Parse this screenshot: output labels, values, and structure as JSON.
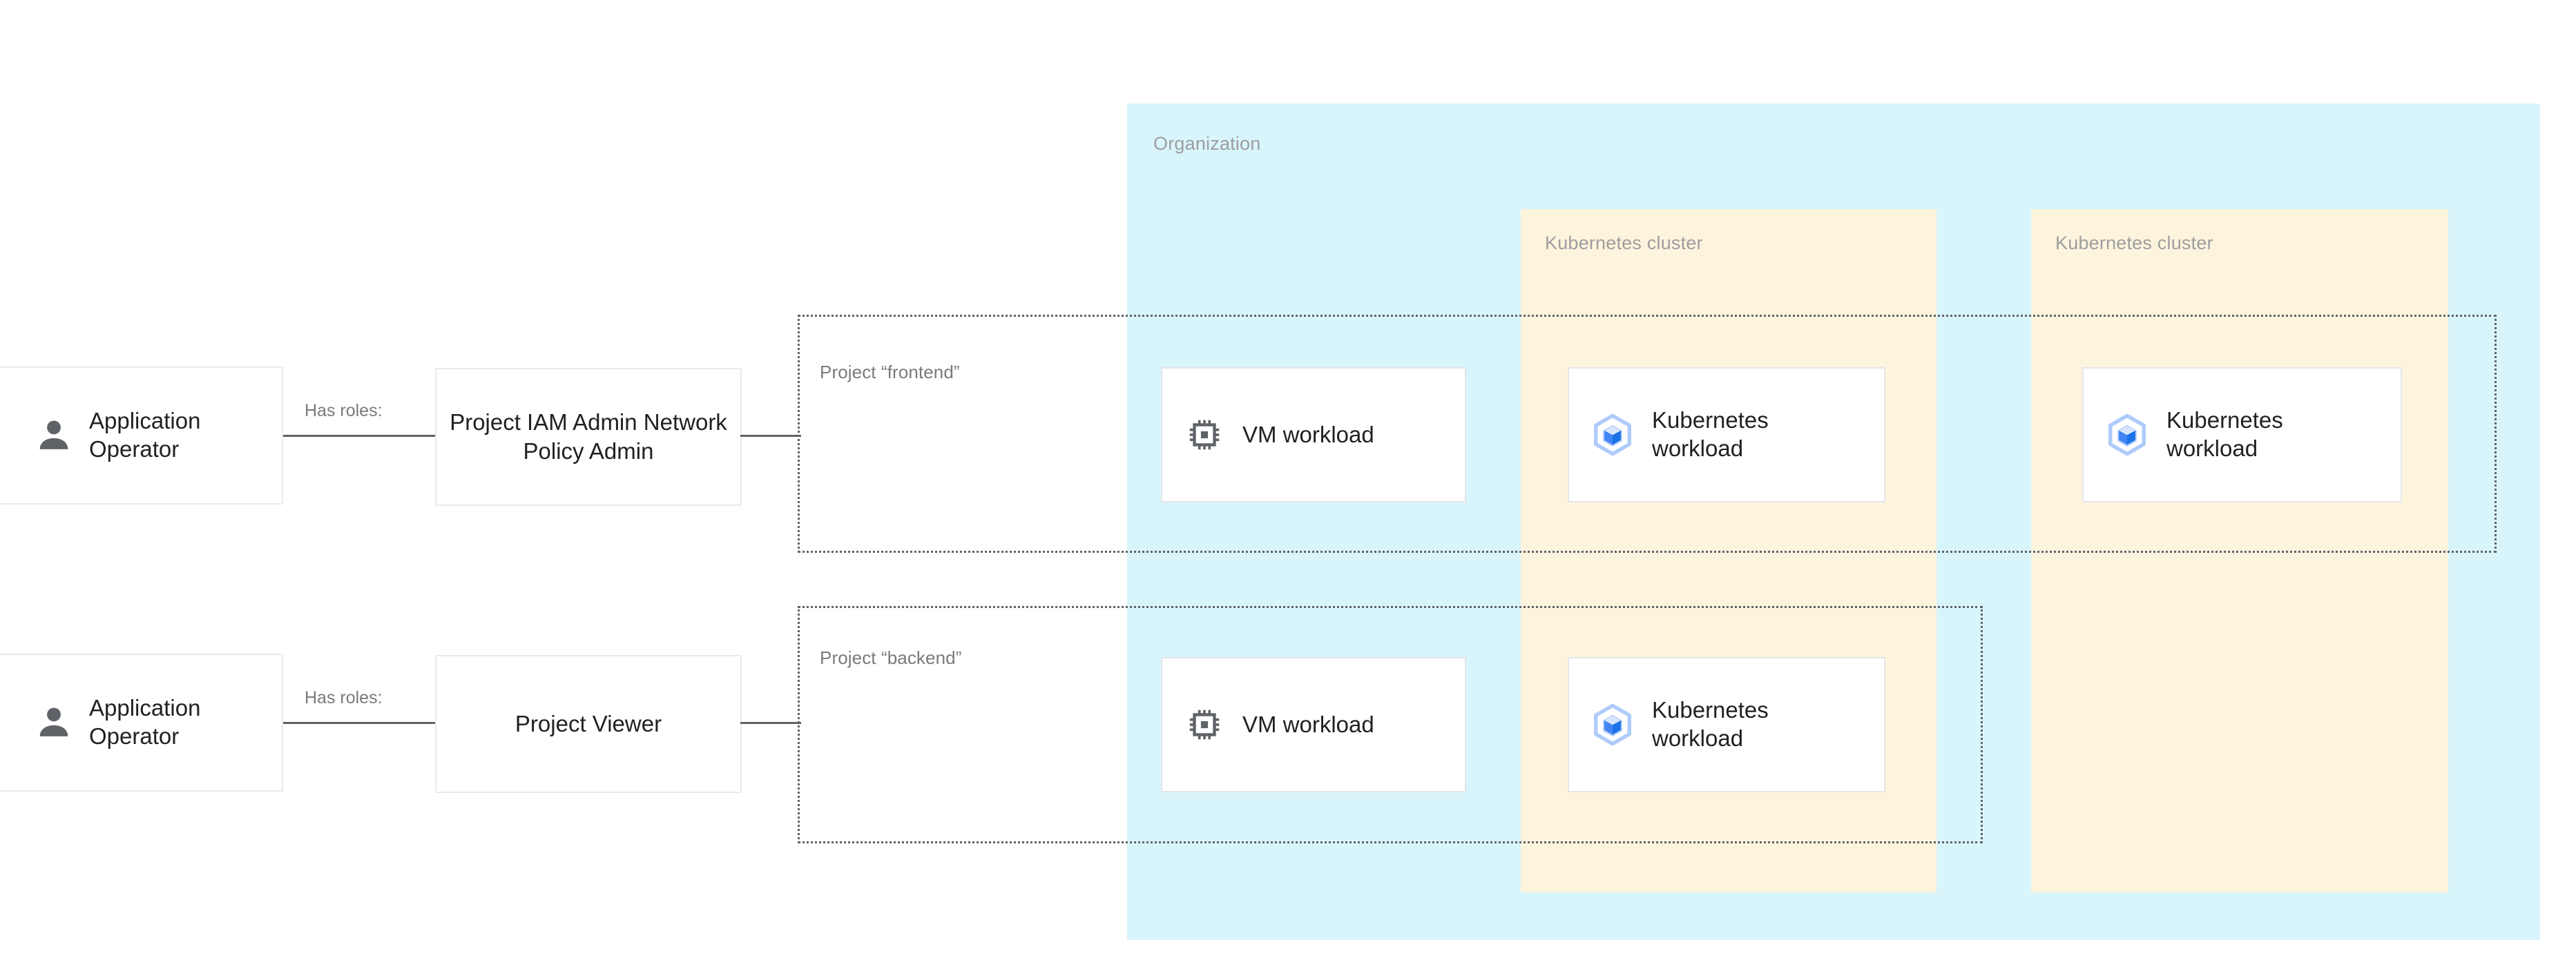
{
  "diagram": {
    "organization": {
      "label": "Organization",
      "bg_color": "#d9f5fc"
    },
    "clusters": [
      {
        "label": "Kubernetes cluster",
        "bg_color": "#fdf4dd"
      },
      {
        "label": "Kubernetes cluster",
        "bg_color": "#fdf4dd"
      }
    ],
    "projects": [
      {
        "label": "Project “frontend”"
      },
      {
        "label": "Project “backend”"
      }
    ],
    "rows": [
      {
        "persona": {
          "label": "Application Operator",
          "icon": "person-icon"
        },
        "connector_label": "Has roles:",
        "role": {
          "label": "Project IAM Admin Network Policy Admin"
        }
      },
      {
        "persona": {
          "label": "Application Operator",
          "icon": "person-icon"
        },
        "connector_label": "Has roles:",
        "role": {
          "label": "Project Viewer"
        }
      }
    ],
    "workloads": {
      "frontend_vm": {
        "label": "VM workload",
        "icon": "vm-chip-icon"
      },
      "frontend_k8s_cluster1": {
        "label": "Kubernetes workload",
        "icon": "kubernetes-workload-icon"
      },
      "frontend_k8s_cluster2": {
        "label": "Kubernetes workload",
        "icon": "kubernetes-workload-icon"
      },
      "backend_vm": {
        "label": "VM workload",
        "icon": "vm-chip-icon"
      },
      "backend_k8s_cluster1": {
        "label": "Kubernetes workload",
        "icon": "kubernetes-workload-icon"
      }
    },
    "colors": {
      "organization_fill": "#d9f5fc",
      "cluster_fill": "#fdf4dd",
      "card_border": "#e3e5e8",
      "text_primary": "#202124",
      "text_muted": "#9e9e9e",
      "connector": "#5f6368",
      "icon_gray": "#5f6368",
      "gke_light_blue": "#aecbfa",
      "gke_blue": "#4285f4",
      "gke_dark_blue": "#1a73e8"
    }
  }
}
